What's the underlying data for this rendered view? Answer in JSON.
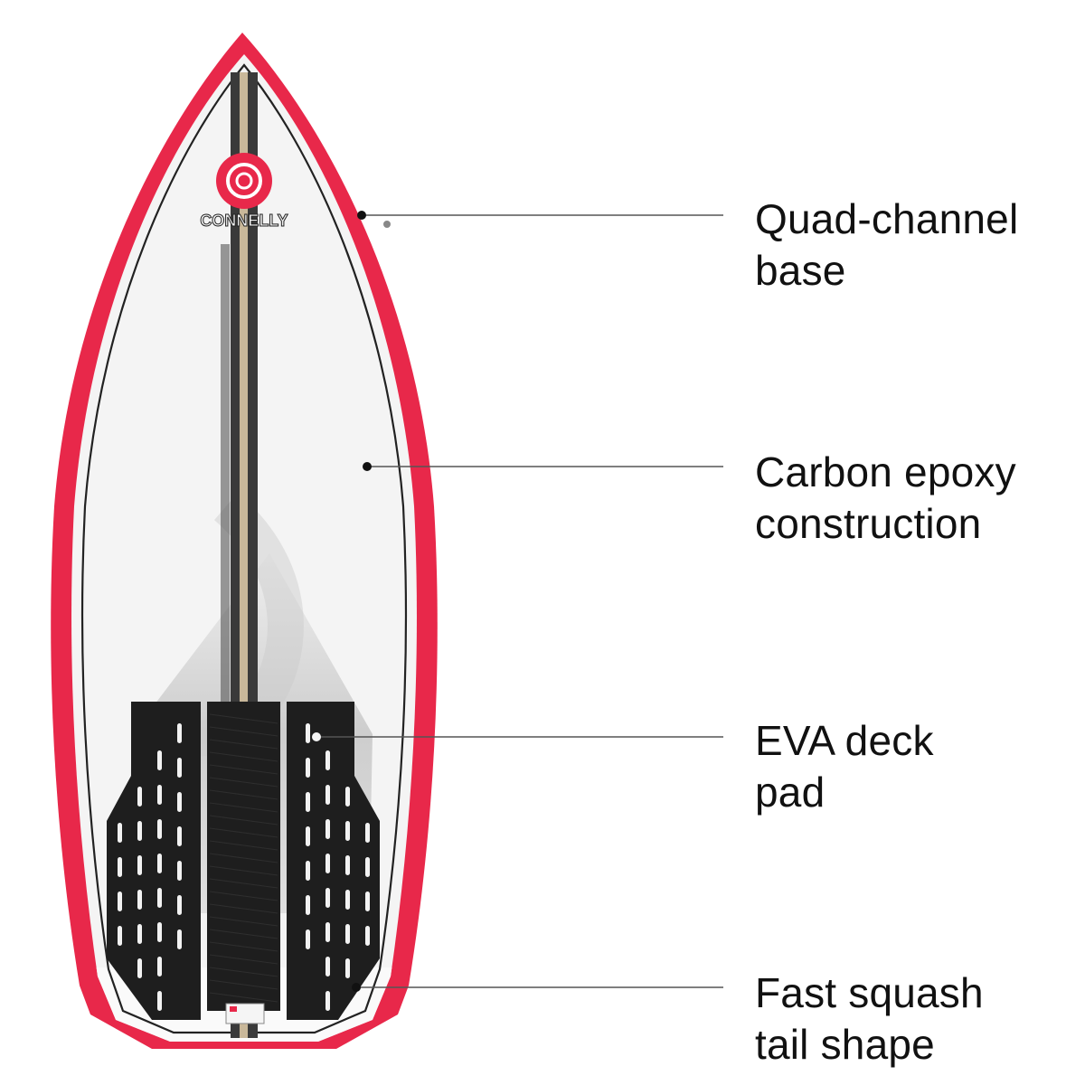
{
  "brand": {
    "logo_text": "CONNELLY",
    "rail_color": "#e8284a",
    "deck_color": "#f4f4f4",
    "pad_color": "#1e1e1e",
    "stringer_color": "#3a3a3a"
  },
  "callouts": [
    {
      "line1": "Quad-channel",
      "line2": "base"
    },
    {
      "line1": "Carbon epoxy",
      "line2": "construction"
    },
    {
      "line1": "EVA deck",
      "line2": "pad"
    },
    {
      "line1": "Fast squash",
      "line2": "tail shape"
    }
  ]
}
